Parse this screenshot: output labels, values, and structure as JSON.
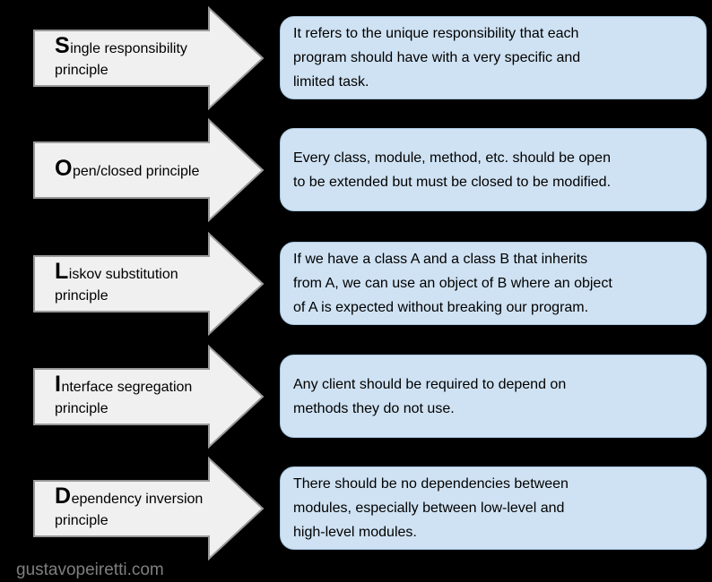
{
  "colors": {
    "page_bg": "#000000",
    "arrow_fill": "#f0f0f0",
    "arrow_border": "#999999",
    "box_fill": "#cfe2f3",
    "box_border": "#a9c6de",
    "text": "#000000",
    "watermark": "#7f7f7f"
  },
  "watermark": "gustavopeiretti.com",
  "rows": [
    {
      "principle": {
        "initial": "S",
        "rest": "ingle responsibility",
        "line2": "principle"
      },
      "description": "It refers to the unique responsibility that each\nprogram should have with a very specific and\nlimited task."
    },
    {
      "principle": {
        "initial": "O",
        "rest": "pen/closed principle",
        "line2": ""
      },
      "description": "Every class, module, method, etc. should be open\nto be extended but must be closed to be modified."
    },
    {
      "principle": {
        "initial": "L",
        "rest": "iskov substitution",
        "line2": "principle"
      },
      "description": "If we have a class A and a class B that inherits\nfrom A, we can use an object of B where an object\nof A is expected without breaking our program."
    },
    {
      "principle": {
        "initial": "I",
        "rest": "nterface segregation",
        "line2": "principle"
      },
      "description": "Any client should be required to depend on\nmethods they do not use."
    },
    {
      "principle": {
        "initial": "D",
        "rest": "ependency inversion",
        "line2": "principle"
      },
      "description": "There should be no dependencies between\nmodules, especially between low-level and\nhigh-level modules."
    }
  ]
}
